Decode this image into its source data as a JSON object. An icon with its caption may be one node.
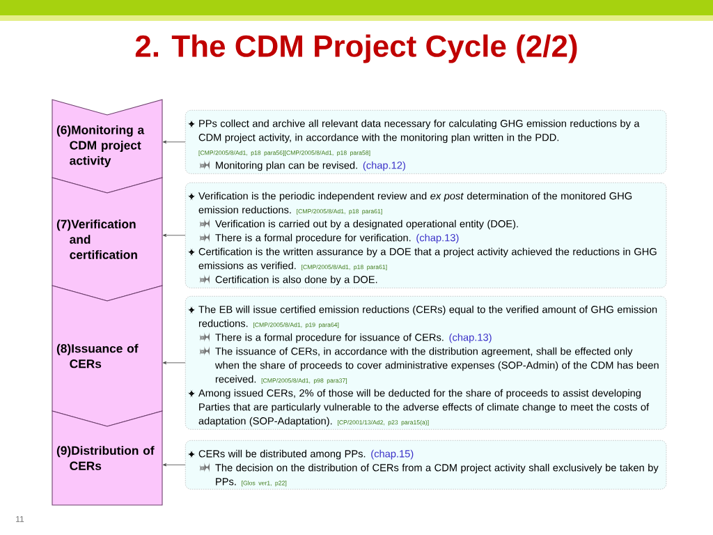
{
  "diagram": {
    "title": "2. The CDM Project Cycle (2/2)",
    "nodes": [
      {
        "text": [
          "(6)Monitoring a CDM project activity"
        ]
      },
      {
        "text": [
          "(7)Verification and certification"
        ]
      },
      {
        "text": [
          "(8)Issuance of CERs"
        ]
      },
      {
        "text": [
          "(9)Distribution of CERs"
        ]
      },
      {
        "text": [
          "PPs collect and archive all relevant data necessary for calculating GHG emission reductions by a CDM project activity, in accordance with the monitoring plan written in the PDD.",
          "[CMP/2005/8/Ad1, p18 para56][CMP/2005/8/Ad1, p18 para58]",
          "Monitoring plan can be revised.",
          "(chap.12)"
        ]
      },
      {
        "text": [
          "Verification is the periodic independent review and *ex post* determination of the monitored GHG emission reductions.",
          "[CMP/2005/8/Ad1, p18 para61]",
          "Verification is carried out by a designated operational entity (DOE).",
          "There is a formal procedure for verification.",
          "(chap.13)",
          "Certification is the written assurance by a DOE that a project activity achieved the reductions in GHG emissions as verified.",
          "[CMP/2005/8/Ad1, p18 para61]",
          "Certification is also done by a DOE."
        ]
      },
      {
        "text": [
          "The EB will issue certified emission reductions (CERs) equal to the verified amount of GHG emission reductions.",
          "[CMP/2005/8/Ad1, p19 para64]",
          "There is a formal procedure for issuance of CERs.",
          "(chap.13)",
          "The issuance of CERs, in accordance with the distribution agreement, shall be effected only when the share of proceeds to cover administrative expenses (SOP-Admin) of the CDM has been received.",
          "[CMP/2005/8/Ad1, p98 para37]",
          "Among issued CERs, 2% of those will be deducted for the share of proceeds to assist developing Parties that are particularly vulnerable to the adverse effects of climate change to meet the costs of adaptation (SOP-Adaptation).",
          "[CP/2001/13/Ad2, p23 para15(a)]"
        ]
      },
      {
        "text": [
          "CERs will be distributed among PPs.",
          "(chap.15)",
          "The decision on the distribution of CERs from a CDM project activity shall exclusively be taken by PPs.",
          "[Glos ver1, p22]"
        ]
      }
    ],
    "edges": [
      {
        "from": 4,
        "to": 0,
        "arrow": "to"
      },
      {
        "from": 5,
        "to": 1,
        "arrow": "to"
      },
      {
        "from": 6,
        "to": 2,
        "arrow": "to"
      },
      {
        "from": 7,
        "to": 3,
        "arrow": "to"
      }
    ],
    "labels": [
      "11"
    ]
  }
}
